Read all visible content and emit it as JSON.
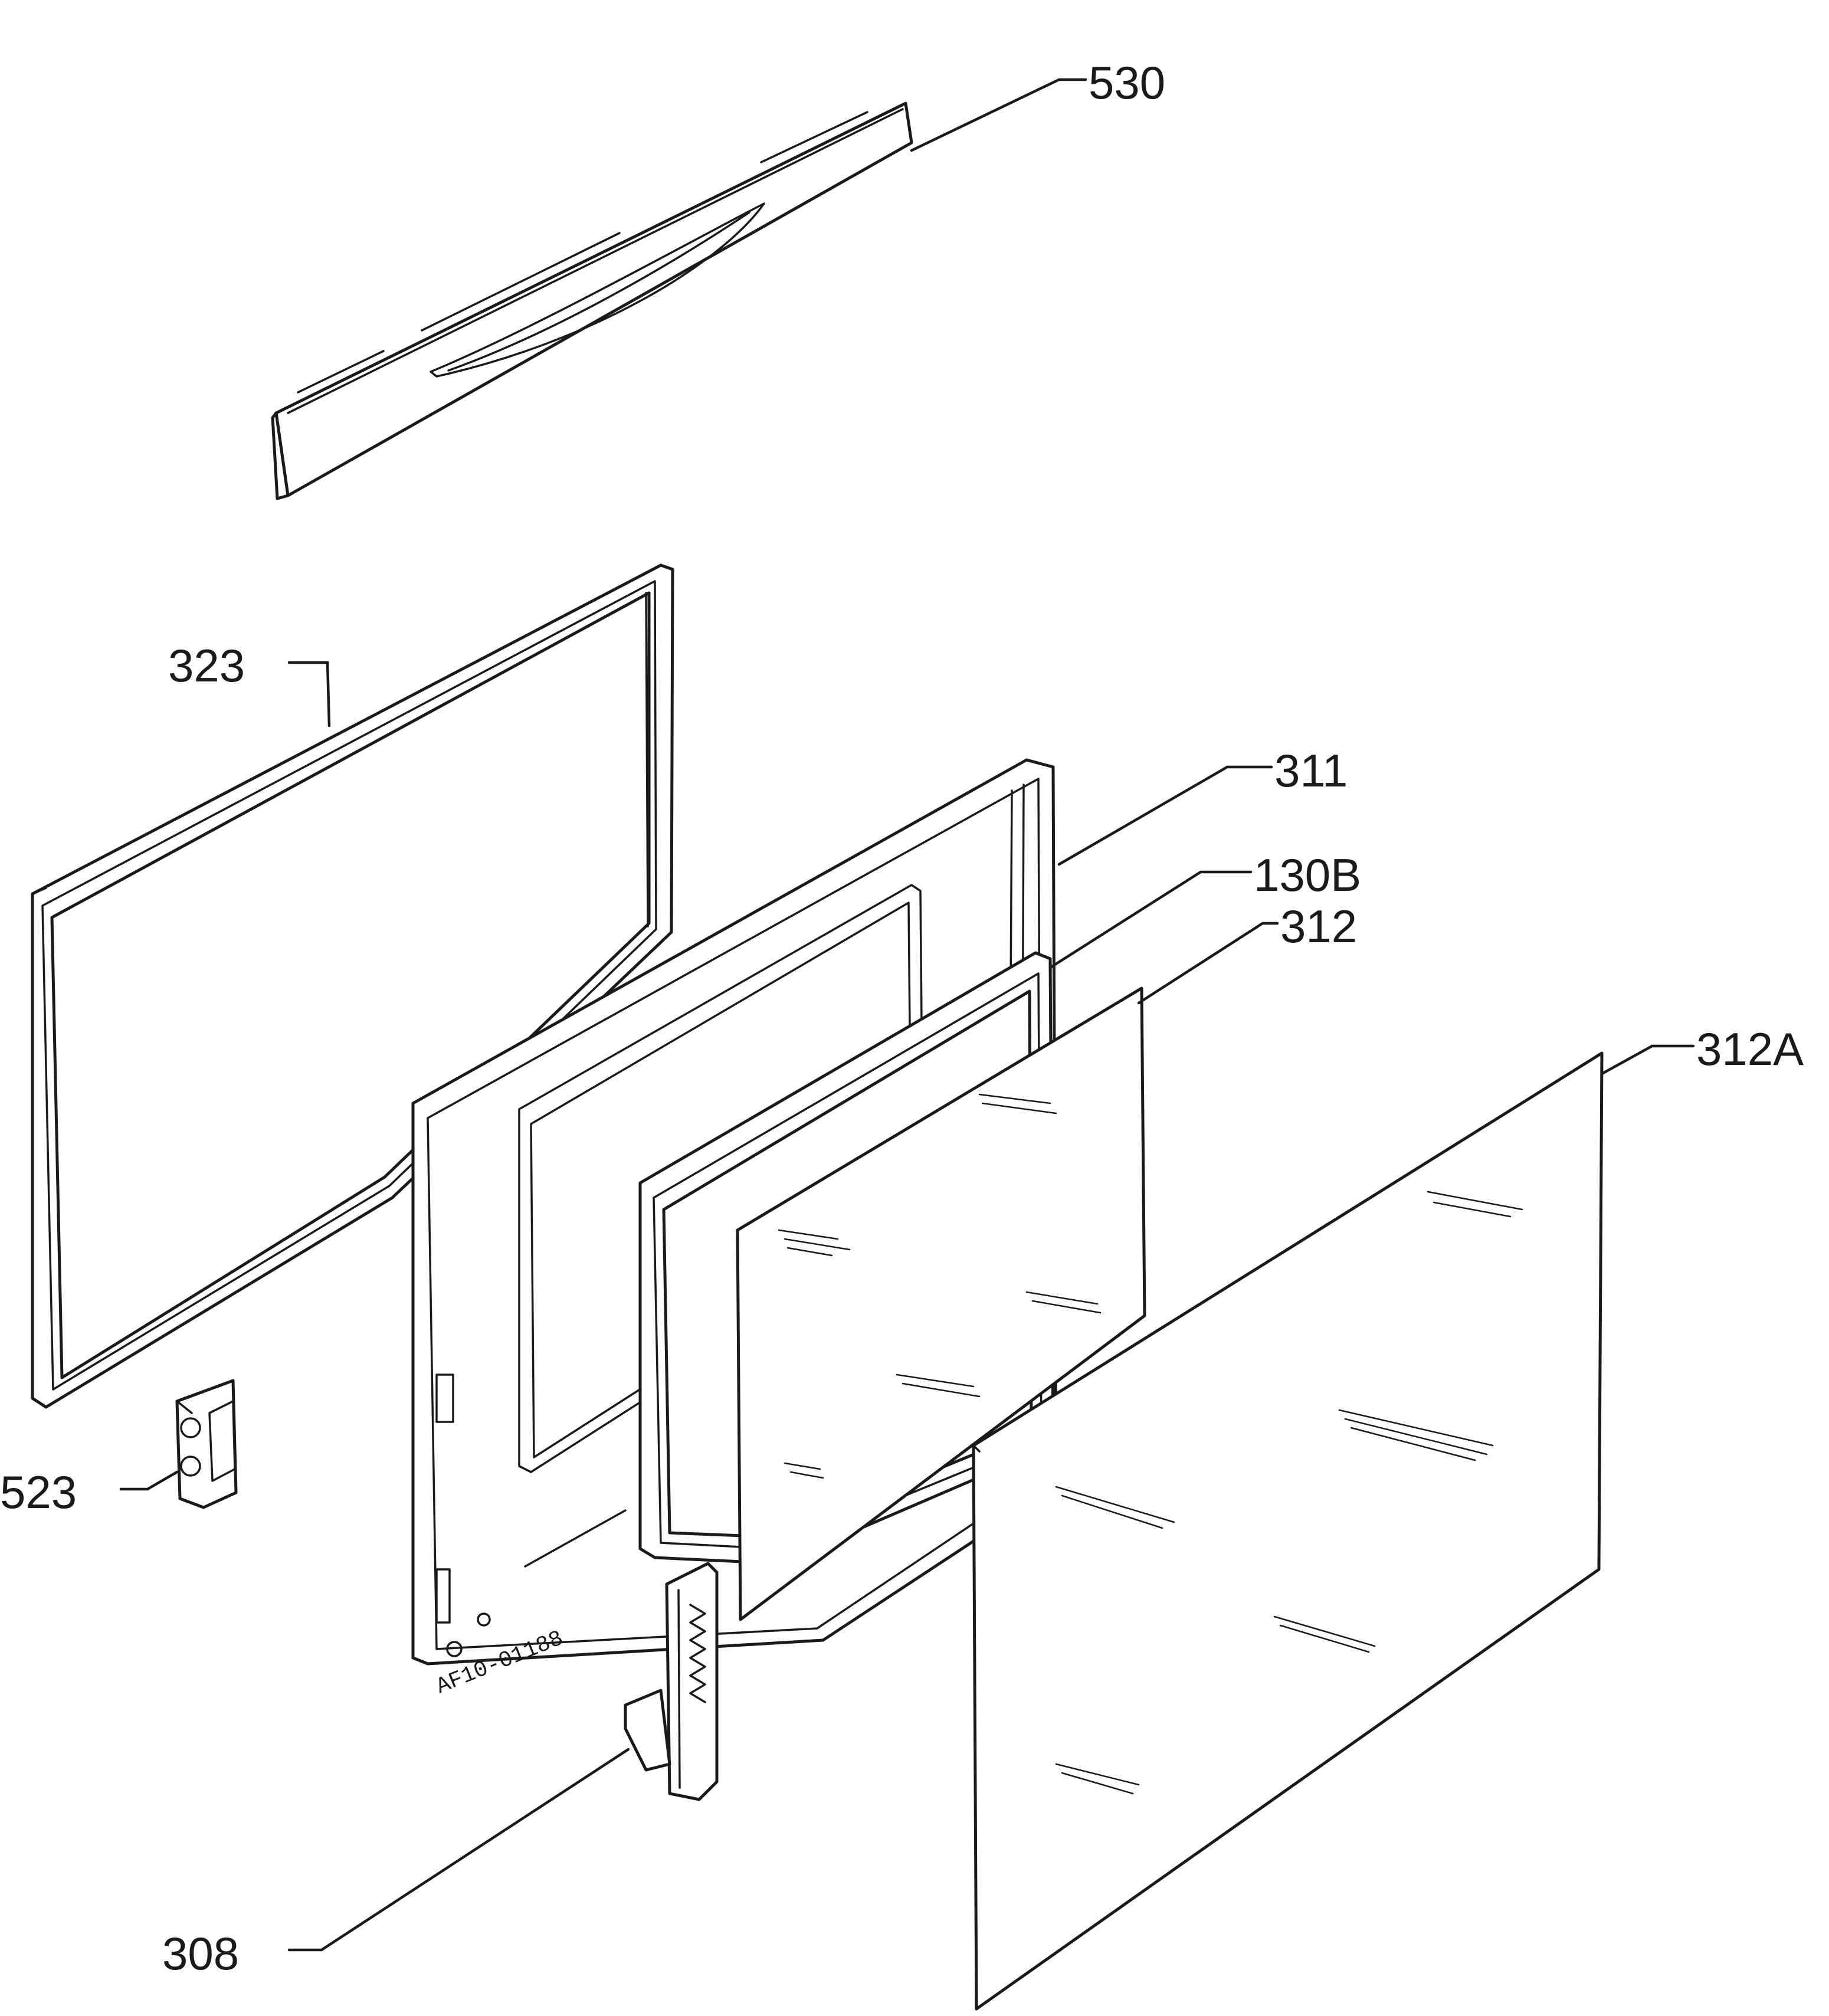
{
  "callouts": {
    "c530": "530",
    "c323": "323",
    "c311": "311",
    "c130B": "130B",
    "c312": "312",
    "c312A": "312A",
    "c523": "523",
    "c308": "308"
  },
  "drawing_code": "AF10-01188"
}
